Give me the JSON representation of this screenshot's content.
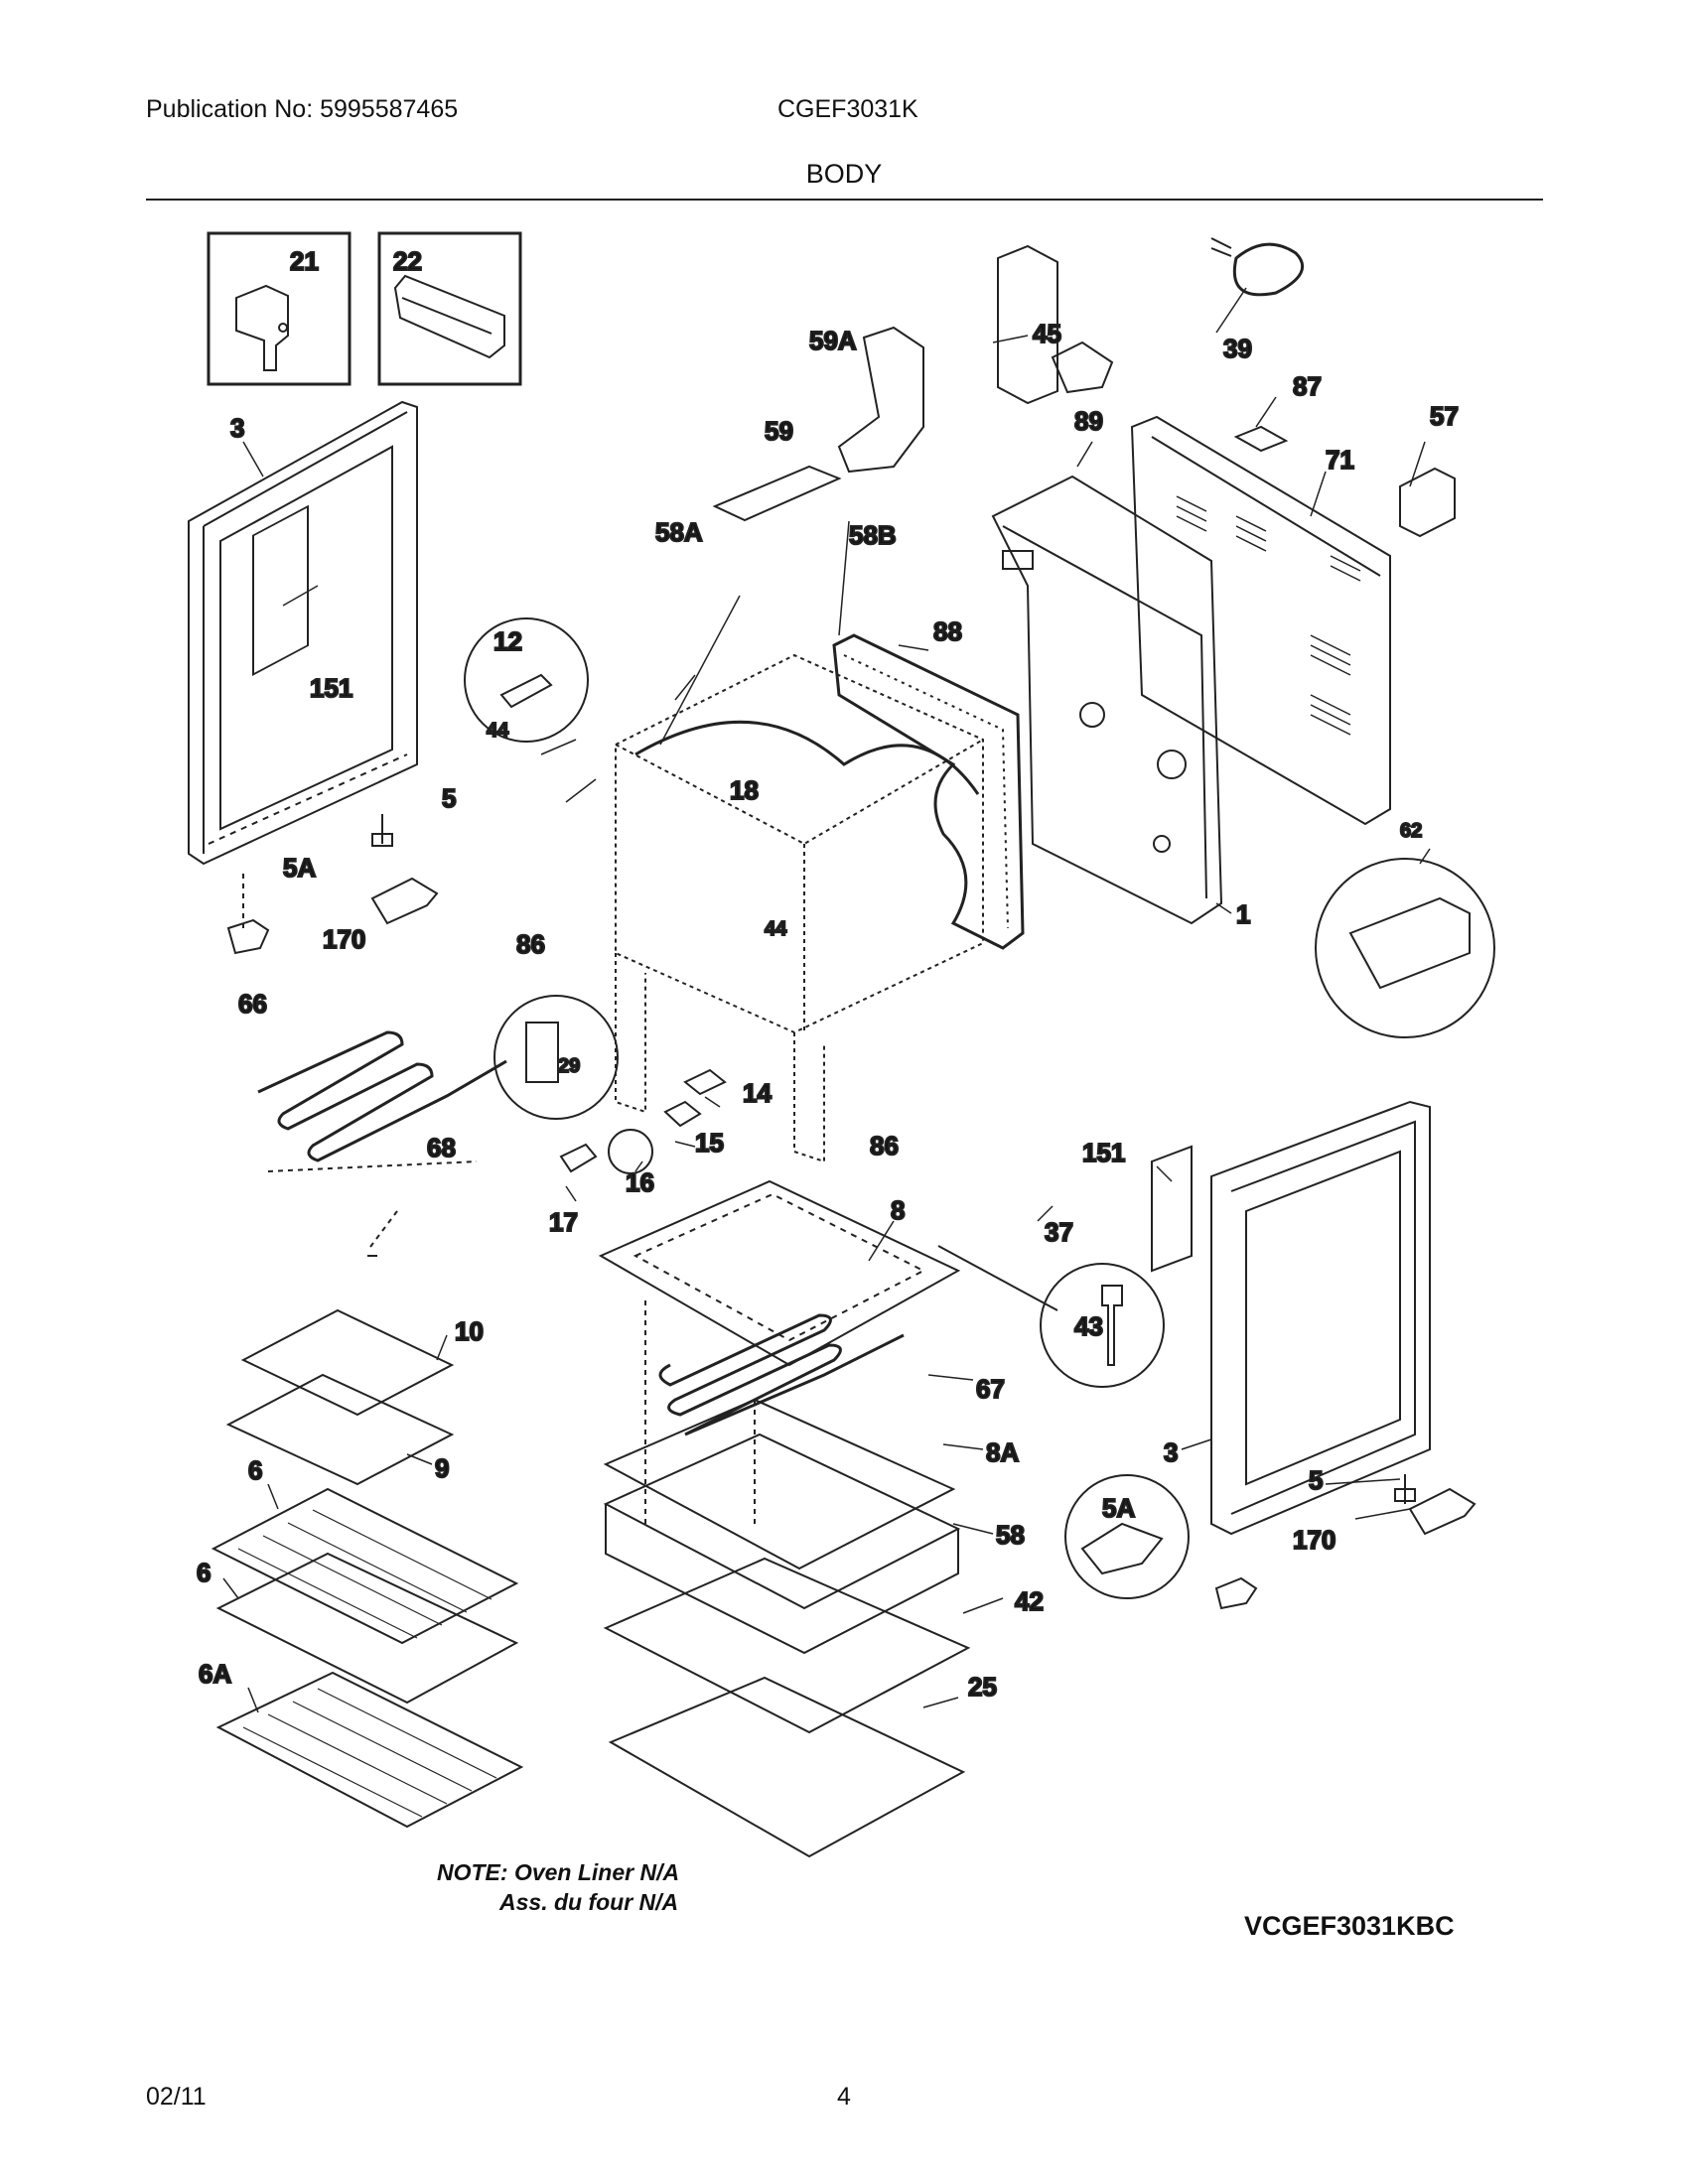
{
  "header": {
    "publication": "Publication No: 5995587465",
    "model": "CGEF3031K",
    "section_title": "BODY"
  },
  "parts": {
    "p21": "21",
    "p22": "22",
    "p3_left": "3",
    "p151_left": "151",
    "p5_left": "5",
    "p5A_left": "5A",
    "p170_left": "170",
    "p12": "12",
    "p44_a": "44",
    "p44_b": "44",
    "p58A": "58A",
    "p18": "18",
    "p86_a": "86",
    "p86_b": "86",
    "p59": "59",
    "p59A": "59A",
    "p45": "45",
    "p58B": "58B",
    "p88": "88",
    "p89": "89",
    "p39": "39",
    "p87": "87",
    "p71": "71",
    "p57": "57",
    "p1": "1",
    "p62": "62",
    "p66": "66",
    "p68": "68",
    "p29": "29",
    "p14": "14",
    "p15": "15",
    "p16": "16",
    "p17": "17",
    "p8": "8",
    "p43": "43",
    "p37": "37",
    "p151_right": "151",
    "p3_right": "3",
    "p10": "10",
    "p9": "9",
    "p67": "67",
    "p8A": "8A",
    "p6_a": "6",
    "p6_b": "6",
    "p6A": "6A",
    "p58": "58",
    "p42": "42",
    "p25": "25",
    "p5A_right": "5A",
    "p5_right": "5",
    "p170_right": "170"
  },
  "footer": {
    "note_line1": "NOTE: Oven Liner N/A",
    "note_line2": "Ass. du four N/A",
    "diagram_code": "VCGEF3031KBC",
    "date": "02/11",
    "page_number": "4"
  }
}
